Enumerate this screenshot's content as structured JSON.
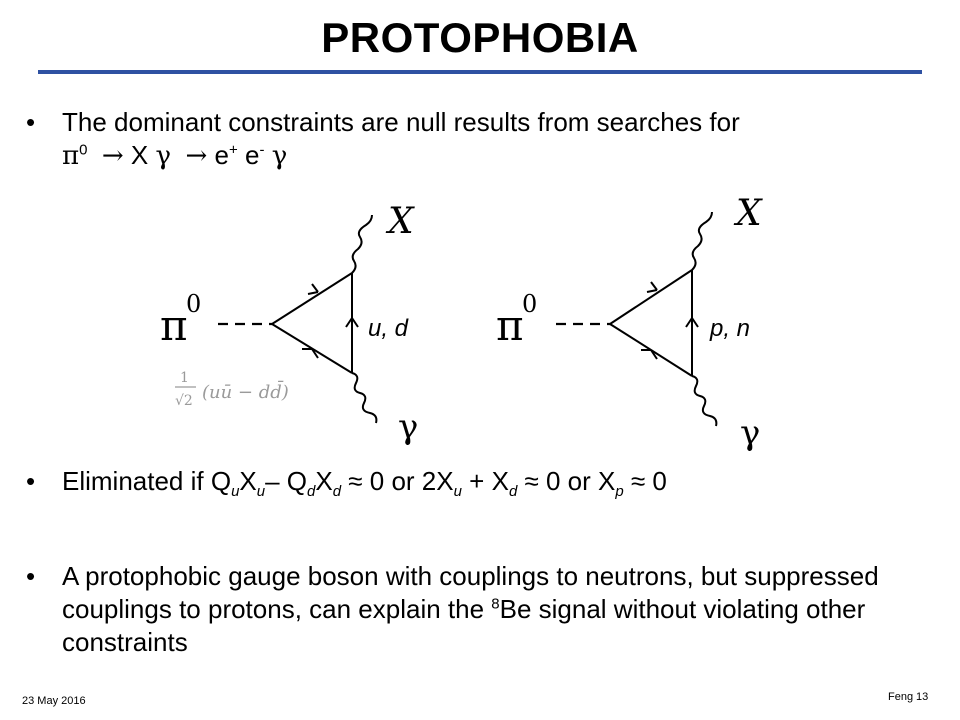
{
  "title": "PROTOPHOBIA",
  "bullets": {
    "b1": {
      "text": "The dominant constraints are null results from searches for",
      "pi": "π",
      "zero": "0",
      "arrow1": "→",
      "X": "X",
      "gamma1": "γ",
      "arrow2": "→",
      "e1": "e",
      "plus": "+",
      "e2": "e",
      "minus": "-",
      "gamma2": "γ"
    },
    "b2": {
      "p1": "Eliminated if Q",
      "s1": "u",
      "p2": "X",
      "s2": "u",
      "p3": "– Q",
      "s3": "d",
      "p4": "X",
      "s4": "d",
      "p5": " ≈ 0 or 2X",
      "s5": "u",
      "p6": " + X",
      "s6": "d",
      "p7": " ≈ 0 or X",
      "s7": "p",
      "p8": " ≈ 0"
    },
    "b3": {
      "p1": "A protophobic gauge boson with couplings to neutrons, but suppressed couplings to protons, can explain the ",
      "sup": "8",
      "p2": "Be signal without violating other constraints"
    }
  },
  "diagrams": {
    "left": {
      "incoming": "π",
      "incoming_sup": "0",
      "outgoing_top": "X",
      "outgoing_bottom": "γ",
      "loop_label": "u, d",
      "state_prefix": "1",
      "state_root": "√2",
      "state_expr": "(uū − dd̄)"
    },
    "right": {
      "incoming": "π",
      "incoming_sup": "0",
      "outgoing_top": "X",
      "outgoing_bottom": "γ",
      "loop_label": "p, n"
    }
  },
  "footer": {
    "date": "23 May 2016",
    "author": "Feng",
    "page": "13"
  },
  "colors": {
    "rule": "#2e51a2",
    "state_text": "#9a9a9a"
  }
}
